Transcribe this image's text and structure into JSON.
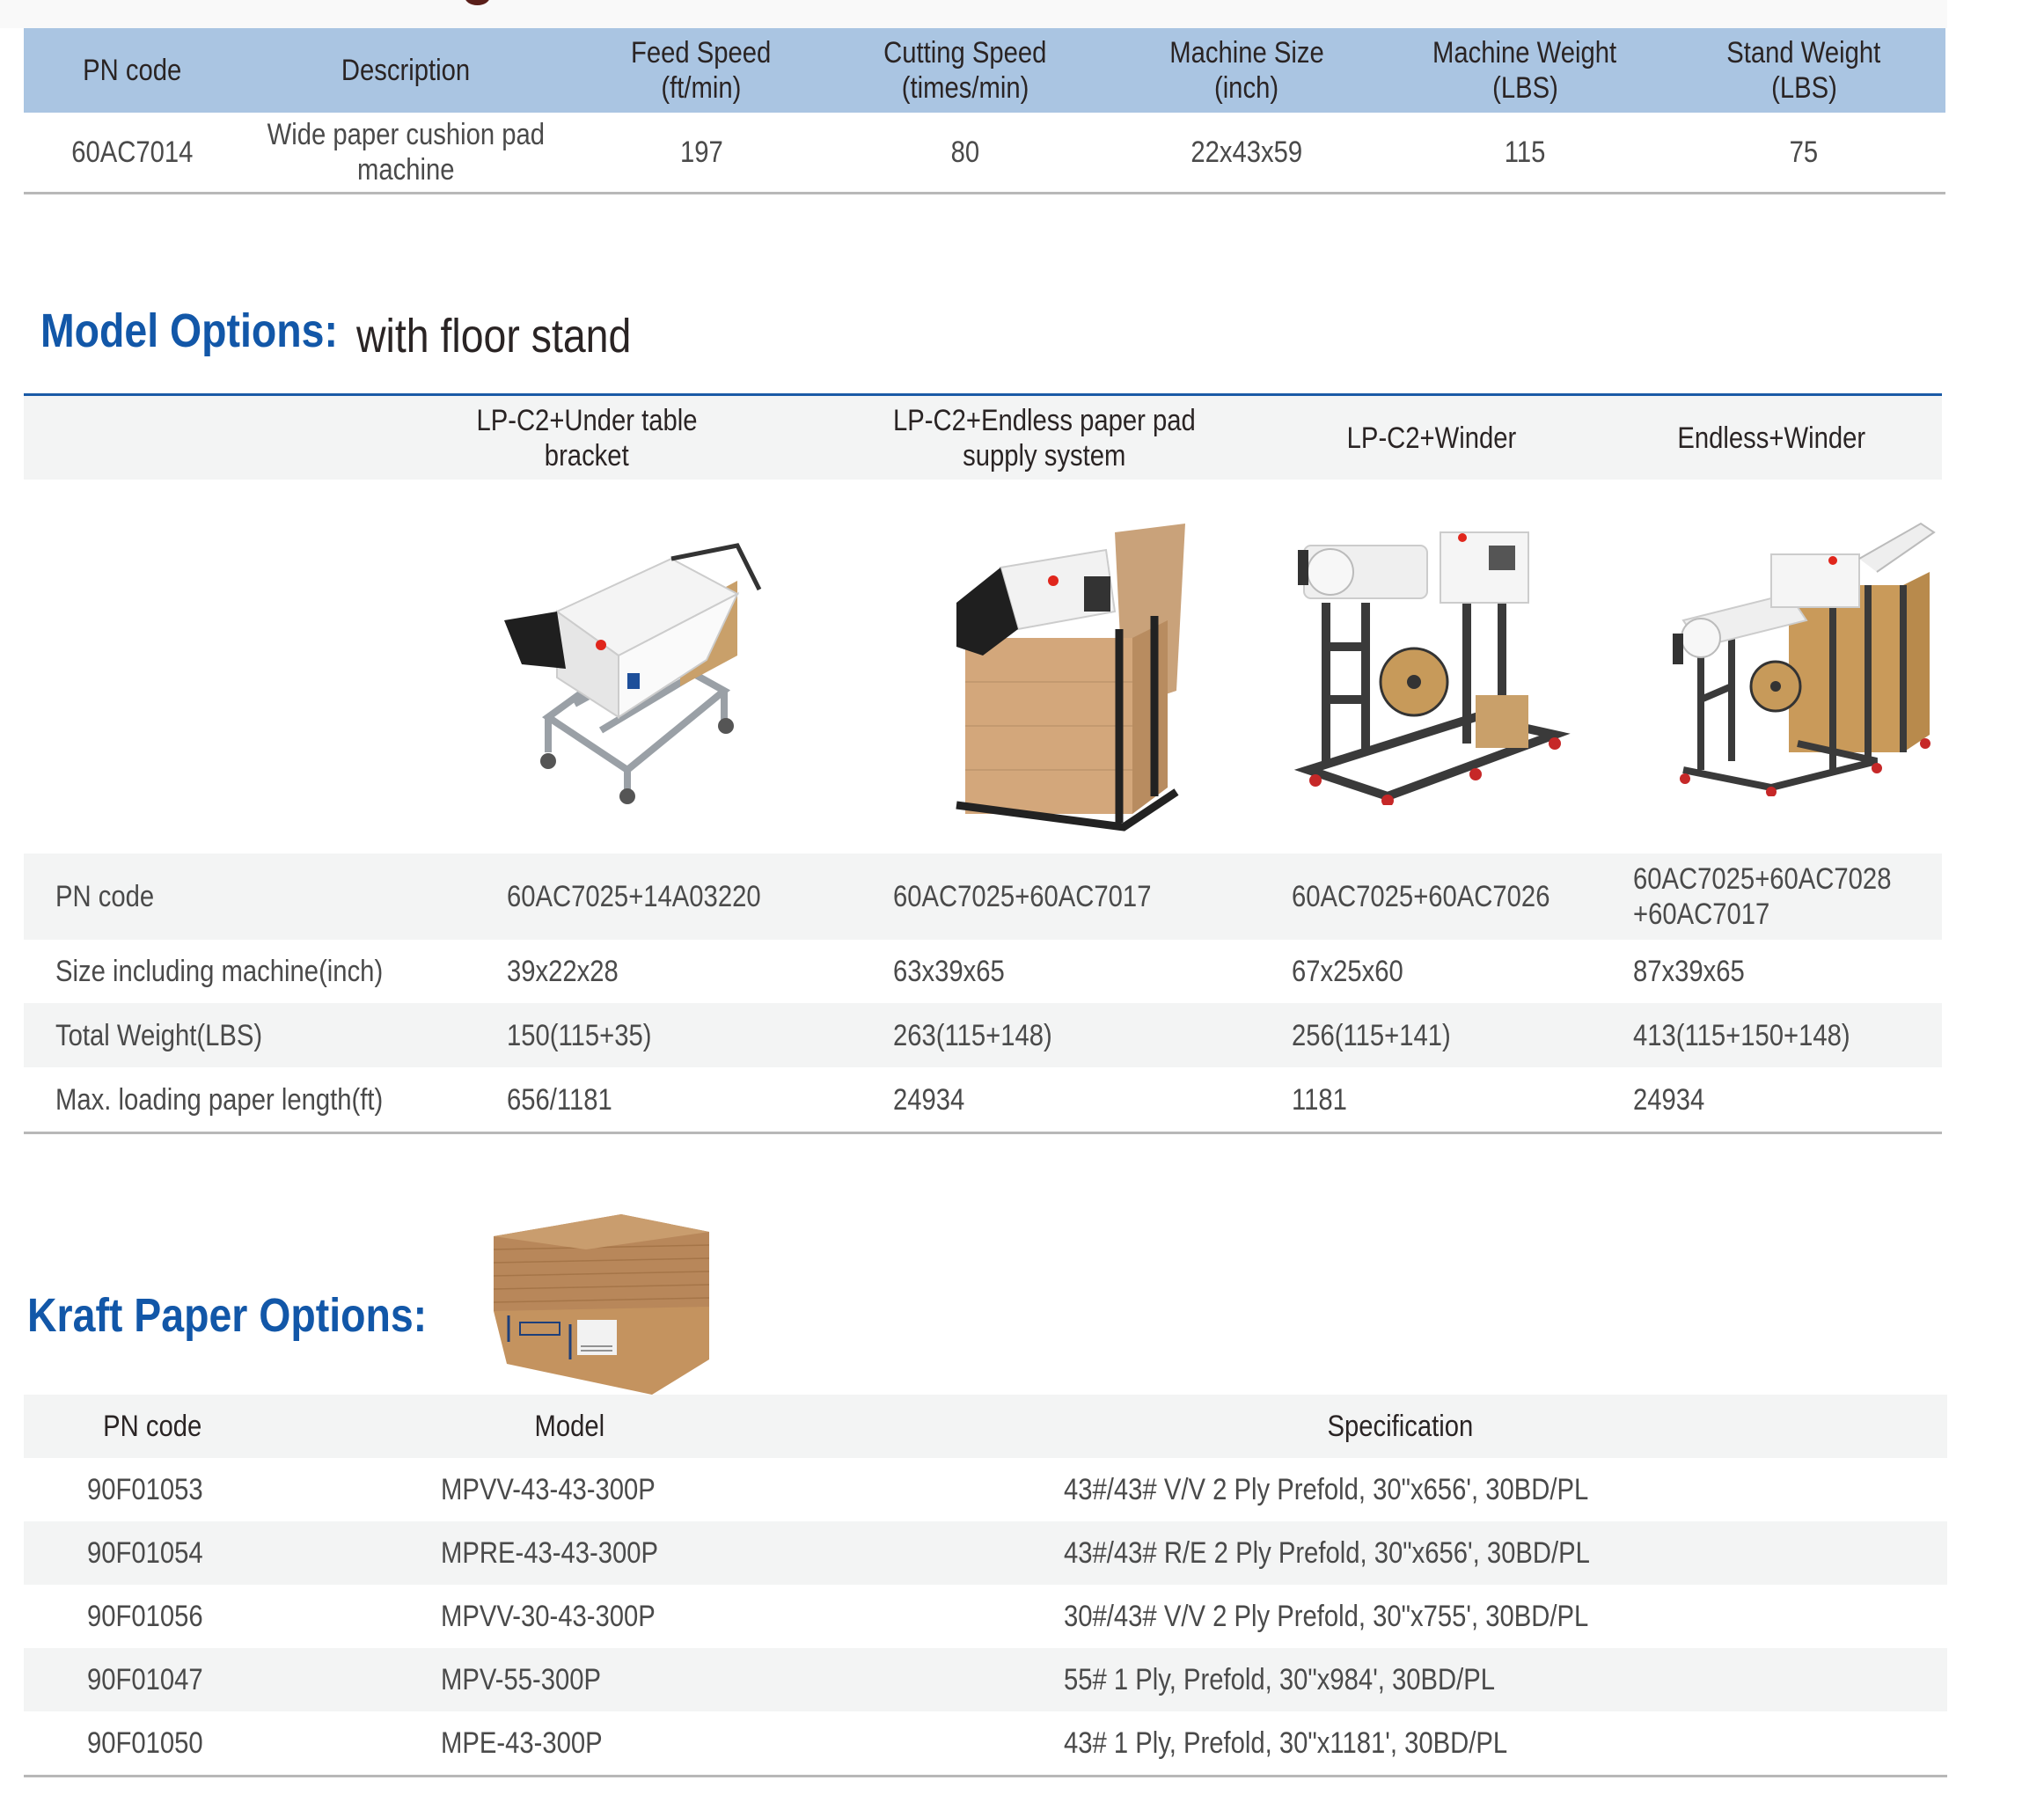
{
  "spec_table": {
    "headers": [
      {
        "line1": "PN code",
        "line2": ""
      },
      {
        "line1": "Description",
        "line2": ""
      },
      {
        "line1": "Feed Speed",
        "line2": "(ft/min)"
      },
      {
        "line1": "Cutting Speed",
        "line2": "(times/min)"
      },
      {
        "line1": "Machine Size",
        "line2": "(inch)"
      },
      {
        "line1": "Machine Weight",
        "line2": "(LBS)"
      },
      {
        "line1": "Stand Weight",
        "line2": "(LBS)"
      }
    ],
    "row": {
      "pn_code": "60AC7014",
      "description_line1": "Wide paper cushion pad",
      "description_line2": "machine",
      "feed_speed": "197",
      "cutting_speed": "80",
      "machine_size": "22x43x59",
      "machine_weight": "115",
      "stand_weight": "75"
    },
    "header_color": "#aac5e2"
  },
  "model_options": {
    "title": "Model Options:",
    "subtitle": "with floor stand",
    "title_color": "#1257a8",
    "columns": [
      {
        "line1": "LP-C2+Under table",
        "line2": "bracket",
        "image": "under-table-bracket-machine-image"
      },
      {
        "line1": "LP-C2+Endless paper pad",
        "line2": "supply system",
        "image": "endless-paper-pad-supply-image"
      },
      {
        "line1": "LP-C2+Winder",
        "line2": "",
        "image": "winder-machine-image"
      },
      {
        "line1": "Endless+Winder",
        "line2": "",
        "image": "endless-winder-machine-image"
      }
    ],
    "rows": [
      {
        "label": "PN code",
        "values": [
          "60AC7025+14A03220",
          "60AC7025+60AC7017",
          "60AC7025+60AC7026",
          "60AC7025+60AC7028",
          "+60AC7017"
        ]
      },
      {
        "label": "Size including machine(inch)",
        "values": [
          "39x22x28",
          "63x39x65",
          "67x25x60",
          "87x39x65"
        ]
      },
      {
        "label": "Total Weight(LBS)",
        "values": [
          "150(115+35)",
          "263(115+148)",
          "256(115+141)",
          "413(115+150+148)"
        ]
      },
      {
        "label": "Max. loading paper length(ft)",
        "values": [
          "656/1181",
          "24934",
          "1181",
          "24934"
        ]
      }
    ]
  },
  "kraft_options": {
    "title": "Kraft Paper Options:",
    "image": "kraft-paper-box-image",
    "headers": [
      "PN code",
      "Model",
      "Specification"
    ],
    "rows": [
      {
        "pn": "90F01053",
        "model": "MPVV-43-43-300P",
        "spec": "43#/43# V/V 2 Ply Prefold, 30\"x656', 30BD/PL"
      },
      {
        "pn": "90F01054",
        "model": "MPRE-43-43-300P",
        "spec": "43#/43# R/E 2 Ply Prefold, 30\"x656', 30BD/PL"
      },
      {
        "pn": "90F01056",
        "model": "MPVV-30-43-300P",
        "spec": "30#/43# V/V 2 Ply Prefold, 30\"x755', 30BD/PL"
      },
      {
        "pn": "90F01047",
        "model": "MPV-55-300P",
        "spec": "55# 1 Ply, Prefold, 30\"x984', 30BD/PL"
      },
      {
        "pn": "90F01050",
        "model": "MPE-43-300P",
        "spec": "43# 1 Ply, Prefold, 30\"x1181', 30BD/PL"
      }
    ]
  }
}
